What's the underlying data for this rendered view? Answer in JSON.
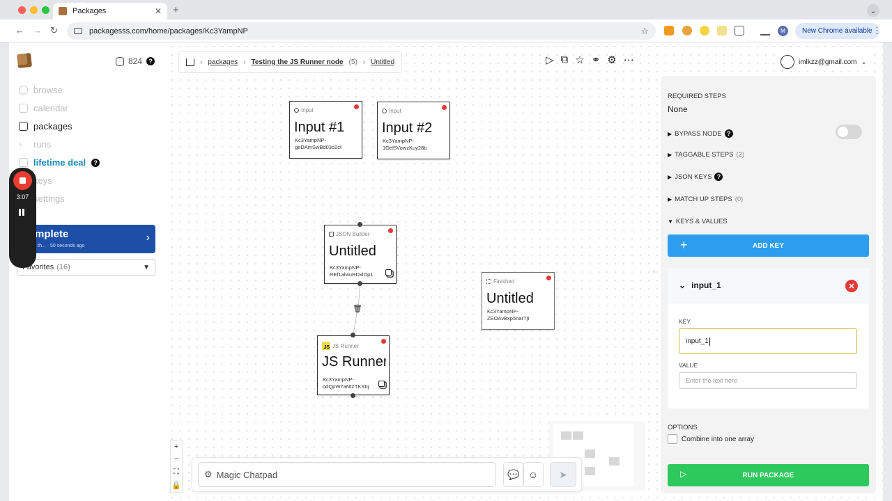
{
  "browser": {
    "tab_title": "Packages",
    "url": "packagesss.com/home/packages/Kc3YampNP",
    "new_chrome_label": "New Chrome available",
    "profile_initial": "M"
  },
  "sidebar": {
    "credits": "824",
    "items": [
      {
        "label": "browse"
      },
      {
        "label": "calendar"
      },
      {
        "label": "packages"
      },
      {
        "label": "runs"
      },
      {
        "label": "lifetime deal"
      },
      {
        "label": "keys"
      },
      {
        "label": "settings"
      }
    ],
    "recorder_time": "3:07",
    "complete": {
      "title": "Complete",
      "subtitle": "Testing th... · 50 seconds ago"
    },
    "favorites": {
      "label": "Favorites",
      "count": "(16)"
    }
  },
  "breadcrumb": {
    "packages": "packages",
    "package_name": "Testing the JS Runner node",
    "package_count": "(5)",
    "current": "Untitled"
  },
  "user": {
    "email": "imlkzz@gmail.com"
  },
  "nodes": [
    {
      "type": "Input",
      "title": "Input #1",
      "id": "Kc3YampNP-geDAmSwBd03o2ct"
    },
    {
      "type": "Input",
      "title": "Input #2",
      "id": "Kc3YampNP-1Oel5VowzKuy28b"
    },
    {
      "type": "JSON Builder",
      "title": "Untitled",
      "id": "Kc3YampNP-REf1alwuRDxlOp1"
    },
    {
      "type": "JS Runner",
      "title": "JS Runner",
      "id": "Kc3YampNP-odQpW7aNtZTKXtq"
    },
    {
      "type": "Finished",
      "title": "Untitled",
      "id": "Kc3YampNP-ZEOAvBxp5narTjt"
    }
  ],
  "chatpad": {
    "placeholder": "Magic Chatpad"
  },
  "panel": {
    "required_steps_label": "REQUIRED STEPS",
    "required_steps_value": "None",
    "bypass_node": "BYPASS NODE",
    "taggable_steps": "TAGGABLE STEPS",
    "taggable_count": "(2)",
    "json_keys": "JSON KEYS",
    "match_up_steps": "MATCH UP STEPS",
    "match_up_count": "(0)",
    "keys_values": "KEYS & VALUES",
    "add_key": "ADD KEY",
    "kv": {
      "name": "input_1",
      "key_label": "KEY",
      "key_value": "input_1",
      "value_label": "VALUE",
      "value_placeholder": "Enter the text here"
    },
    "options_label": "OPTIONS",
    "combine_label": "Combine into one array",
    "run_package": "RUN PACKAGE"
  },
  "colors": {
    "accent_blue": "#2d9df0",
    "run_green": "#2ec95c",
    "complete_blue": "#1d4fa8",
    "danger": "#e53935"
  }
}
